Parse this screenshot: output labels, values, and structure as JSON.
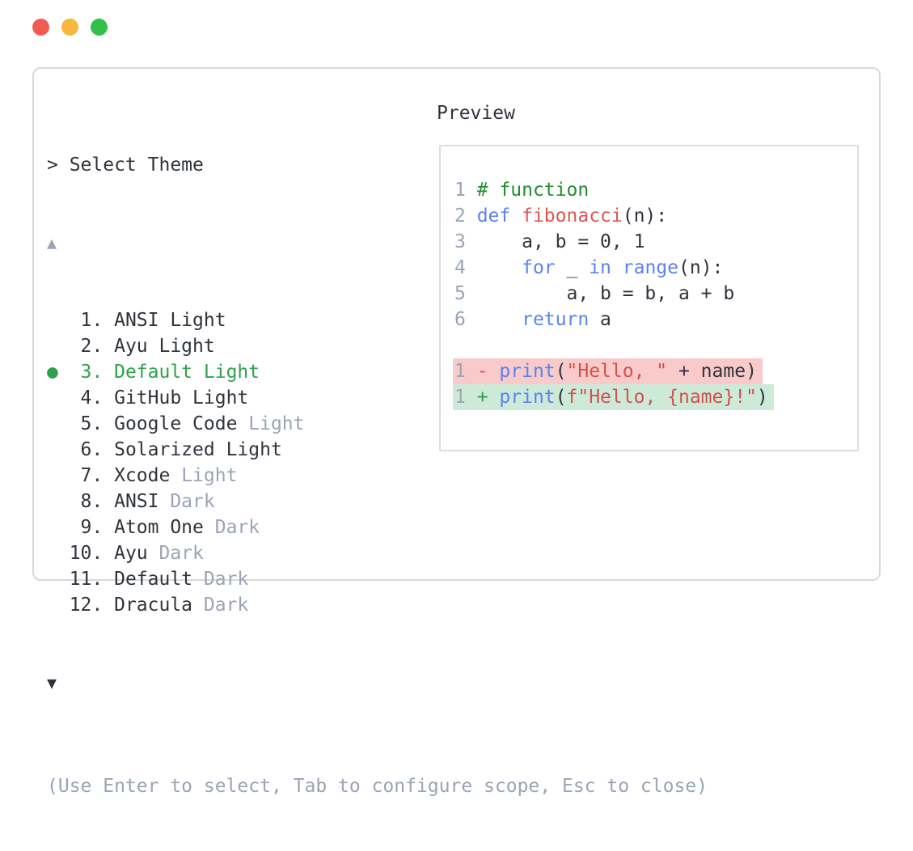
{
  "colors": {
    "text": "#2f343c",
    "muted": "#9aa4b4",
    "selected_green": "#2fa14c",
    "keyword_blue": "#5b82f0",
    "function_red": "#df5650",
    "string_red": "#d4504c",
    "comment_green": "#218c2e",
    "diff_plus_green": "#2fa14c",
    "diff_removed_bg": "#f9caca",
    "diff_added_bg": "#cdead9"
  },
  "window": {
    "traffic_lights": [
      {
        "name": "close",
        "color": "#f05c54"
      },
      {
        "name": "minimize",
        "color": "#f6b73e"
      },
      {
        "name": "zoom",
        "color": "#33c048"
      }
    ]
  },
  "selector": {
    "prompt": "> Select Theme",
    "scroll_up": "▲",
    "scroll_down": "▼",
    "bullet": "●",
    "items": [
      {
        "number": 1,
        "name": "ANSI Light",
        "muted": "",
        "selected": false
      },
      {
        "number": 2,
        "name": "Ayu Light",
        "muted": "",
        "selected": false
      },
      {
        "number": 3,
        "name": "Default Light",
        "muted": "",
        "selected": true
      },
      {
        "number": 4,
        "name": "GitHub Light",
        "muted": "",
        "selected": false
      },
      {
        "number": 5,
        "name": "Google Code",
        "muted": "Light",
        "selected": false
      },
      {
        "number": 6,
        "name": "Solarized Light",
        "muted": "",
        "selected": false
      },
      {
        "number": 7,
        "name": "Xcode",
        "muted": "Light",
        "selected": false
      },
      {
        "number": 8,
        "name": "ANSI",
        "muted": "Dark",
        "selected": false
      },
      {
        "number": 9,
        "name": "Atom One",
        "muted": "Dark",
        "selected": false
      },
      {
        "number": 10,
        "name": "Ayu",
        "muted": "Dark",
        "selected": false
      },
      {
        "number": 11,
        "name": "Default",
        "muted": "Dark",
        "selected": false
      },
      {
        "number": 12,
        "name": "Dracula",
        "muted": "Dark",
        "selected": false
      }
    ],
    "help": "(Use Enter to select, Tab to configure scope, Esc to close)"
  },
  "preview": {
    "title": "Preview",
    "code_lines": [
      {
        "num": "1",
        "tokens": [
          [
            "comment",
            "# function"
          ]
        ]
      },
      {
        "num": "2",
        "tokens": [
          [
            "keyword",
            "def"
          ],
          [
            "plain",
            " "
          ],
          [
            "func",
            "fibonacci"
          ],
          [
            "plain",
            "(n):"
          ]
        ]
      },
      {
        "num": "3",
        "tokens": [
          [
            "plain",
            "    a, b = 0, 1"
          ]
        ]
      },
      {
        "num": "4",
        "tokens": [
          [
            "plain",
            "    "
          ],
          [
            "keyword",
            "for"
          ],
          [
            "plain",
            " _ "
          ],
          [
            "keyword",
            "in"
          ],
          [
            "plain",
            " "
          ],
          [
            "keyword",
            "range"
          ],
          [
            "plain",
            "(n):"
          ]
        ]
      },
      {
        "num": "5",
        "tokens": [
          [
            "plain",
            "        a, b = b, a + b"
          ]
        ]
      },
      {
        "num": "6",
        "tokens": [
          [
            "plain",
            "    "
          ],
          [
            "keyword",
            "return"
          ],
          [
            "plain",
            " a"
          ]
        ]
      }
    ],
    "diff_lines": [
      {
        "num": "1",
        "sign": "-",
        "kind": "removed",
        "tokens": [
          [
            "keyword",
            "print"
          ],
          [
            "plain",
            "("
          ],
          [
            "string",
            "\"Hello, \""
          ],
          [
            "plain",
            " + name)"
          ]
        ]
      },
      {
        "num": "1",
        "sign": "+",
        "kind": "added",
        "tokens": [
          [
            "keyword",
            "print"
          ],
          [
            "plain",
            "("
          ],
          [
            "string",
            "f\"Hello, {name}!\""
          ],
          [
            "plain",
            ")"
          ]
        ]
      }
    ]
  }
}
